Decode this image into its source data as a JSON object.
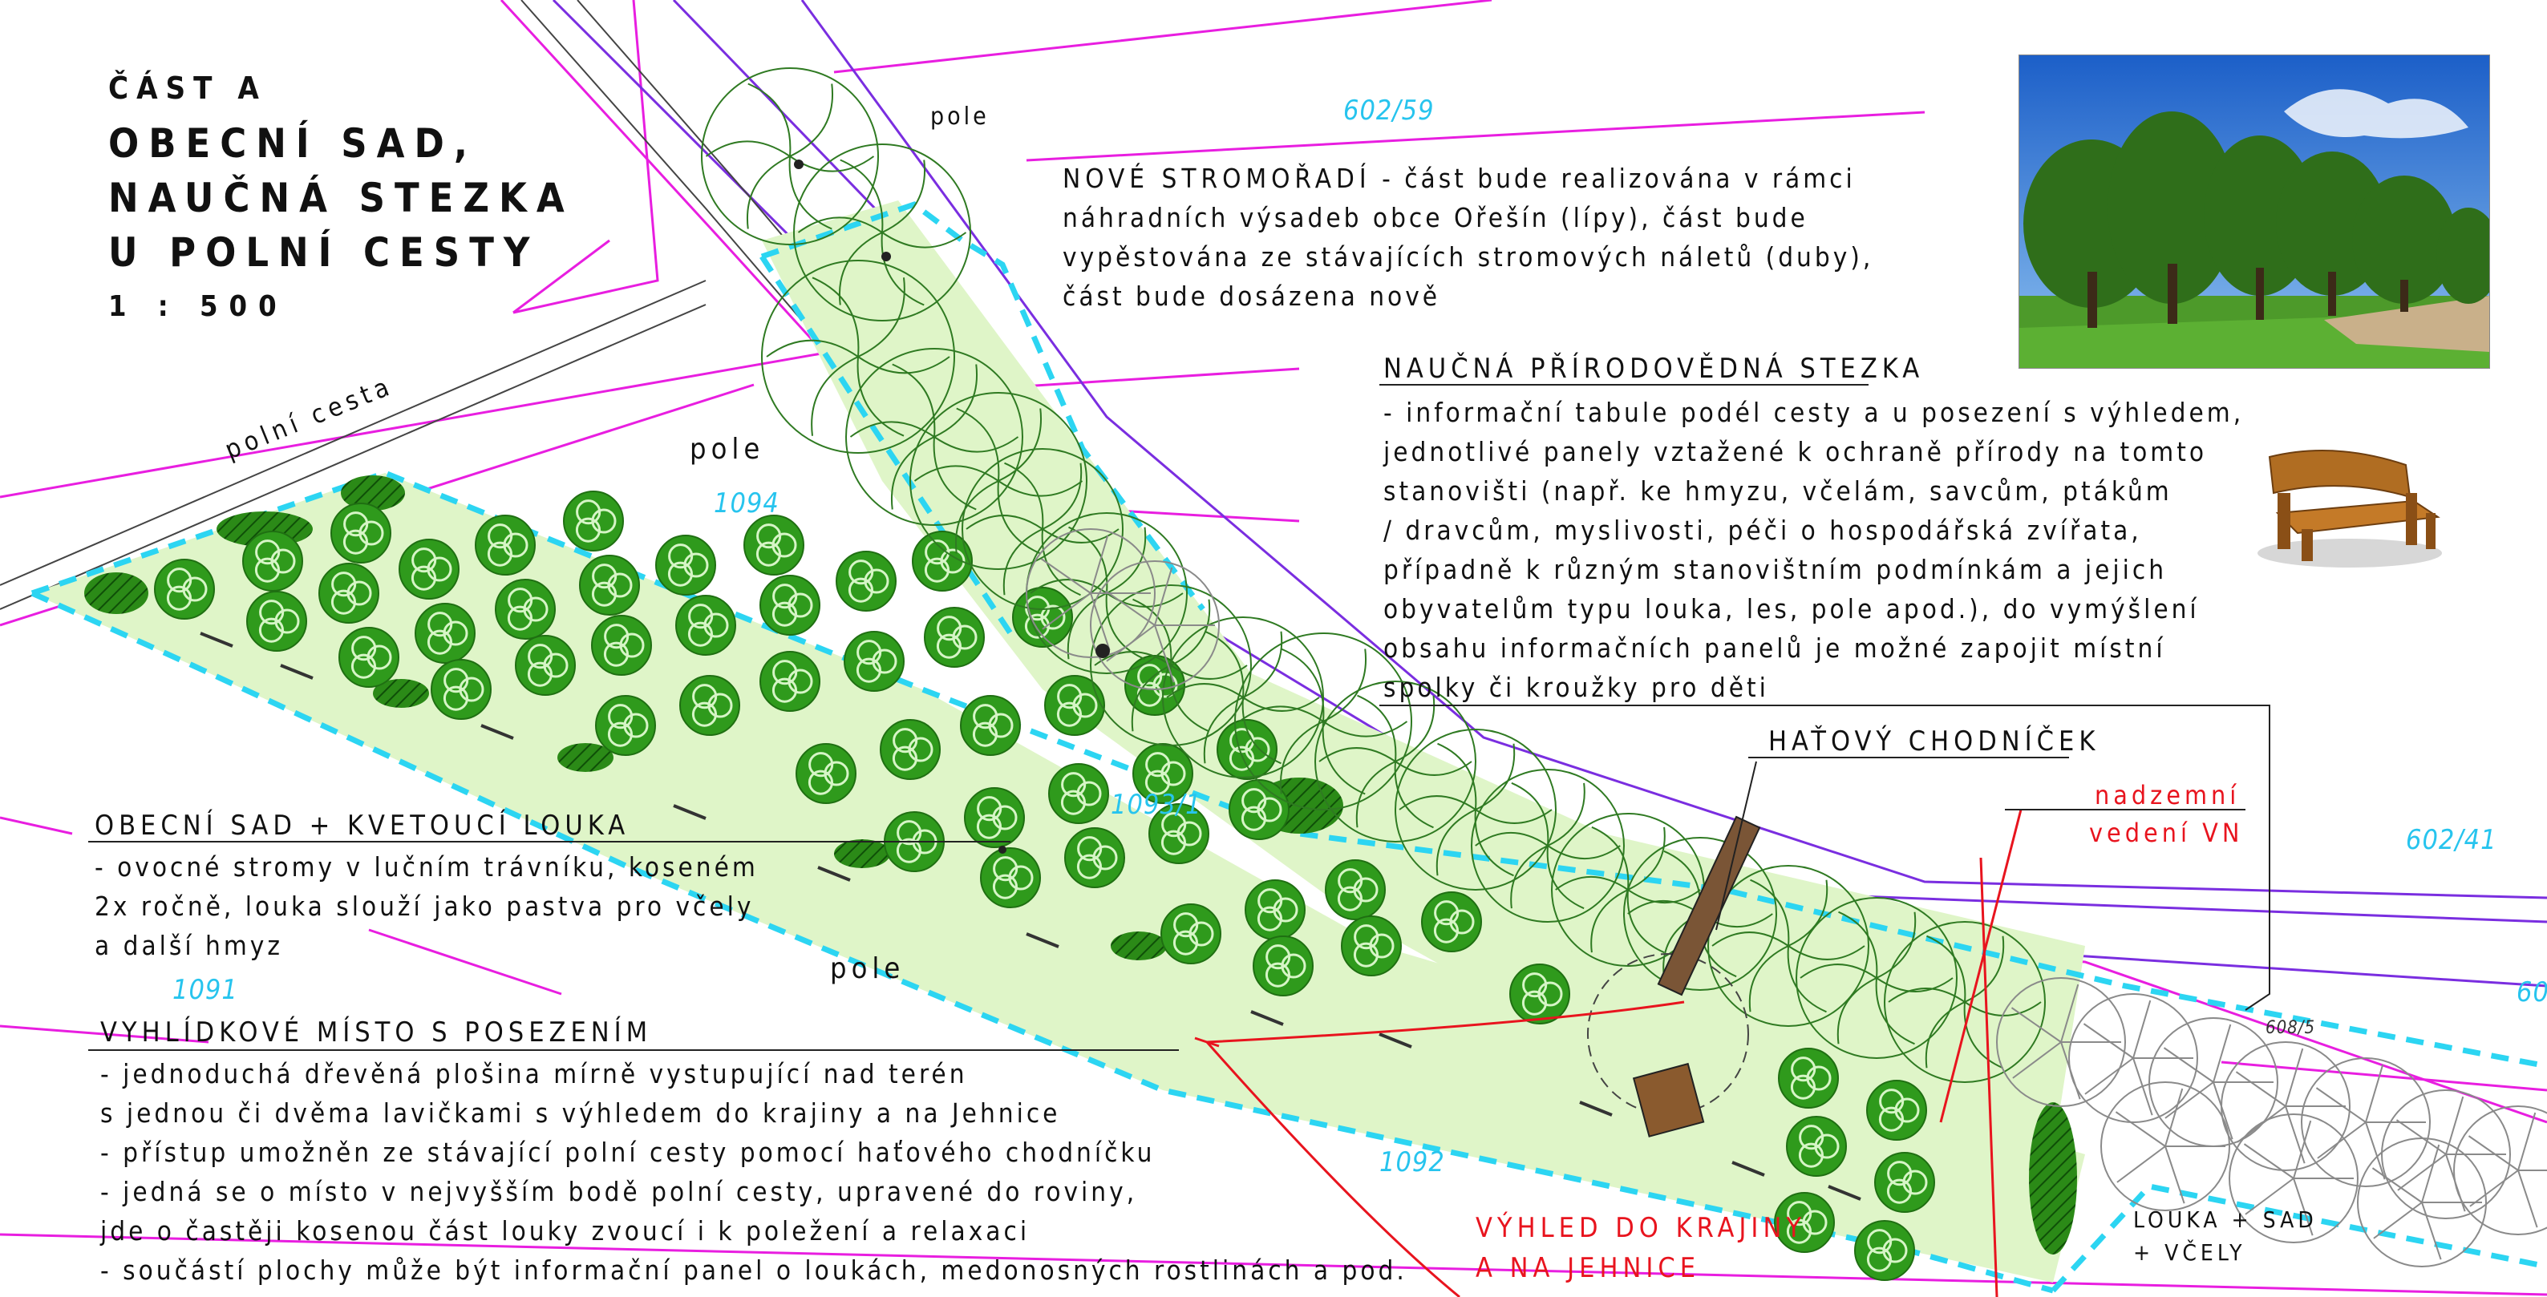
{
  "title": {
    "part": "ČÁST A",
    "lines": [
      "OBECNÍ SAD,",
      "NAUČNÁ STEZKA",
      "U POLNÍ CESTY"
    ],
    "scale": "1 : 500"
  },
  "labels": {
    "pole_top": "pole",
    "pole_mid": "pole",
    "pole_bottom": "pole",
    "polni_cesta": "polní cesta",
    "louka_sad": "LOUKA + SAD",
    "vcely": "+ VČELY"
  },
  "parcels": {
    "p602_59": "602/59",
    "p1094": "1094",
    "p1093_1": "1093/1",
    "p602_41": "602/41",
    "p1091": "1091",
    "p1092": "1092",
    "p608_5": "608/5",
    "p60": "60"
  },
  "stromoradi": {
    "heading": "NOVÉ STROMOŘADÍ",
    "lines": [
      " - část bude realizována v rámci",
      "náhradních výsadeb obce Ořešín (lípy), část bude",
      "vypěstována ze stávajících stromových náletů (duby),",
      "část bude dosázena nově"
    ]
  },
  "stezka": {
    "heading": "NAUČNÁ PŘÍRODOVĚDNÁ STEZKA",
    "lines": [
      "- informační tabule podél cesty a u posezení s výhledem,",
      "jednotlivé panely vztažené k ochraně přírody na tomto",
      "stanovišti (např. ke hmyzu, včelám, savcům, ptákům",
      "/ dravcům, myslivosti, péči o hospodářská zvířata,",
      "případně k různým stanovištním podmínkám a jejich",
      "obyvatelům typu louka, les, pole apod.), do vymýšlení",
      "obsahu informačních panelů je možné zapojit místní",
      "spolky či kroužky pro děti"
    ]
  },
  "chodnicek": {
    "heading": "HAŤOVÝ CHODNÍČEK"
  },
  "vedeni": {
    "line1": "nadzemní",
    "line2": "vedení VN",
    "color": "#e8141e"
  },
  "sad": {
    "heading": "OBECNÍ SAD + KVETOUCÍ LOUKA",
    "lines": [
      "- ovocné stromy v lučním trávníku, koseném",
      "2x ročně, louka slouží jako pastva pro včely",
      "a další hmyz"
    ]
  },
  "vyhlidka": {
    "heading": "VYHLÍDKOVÉ MÍSTO S POSEZENÍM",
    "lines": [
      "- jednoduchá dřevěná plošina mírně vystupující nad terén",
      "s jednou či dvěma lavičkami s výhledem do krajiny a na Jehnice",
      "- přístup umožněn ze stávající polní cesty pomocí haťového chodníčku",
      "- jedná se o místo v nejvyšším bodě polní cesty, upravené do roviny,",
      "jde o častěji kosenou část louky zvoucí i k poležení a relaxaci",
      "- součástí plochy může být informační panel o loukách, medonosných rostlinách a pod."
    ]
  },
  "vyhled": {
    "line1": "VÝHLED DO KRAJINY",
    "line2": "A NA JEHNICE"
  },
  "colors": {
    "meadow": "#dff5c8",
    "tree": "#2f9a1c",
    "tree_dark": "#1f6f12",
    "boundary": "#2cd5f2",
    "parcel_line": "#e81ee0",
    "road_line": "#7a2ee0",
    "text_blue": "#27c4ee"
  },
  "icons": {
    "photo": "tree-row-photo",
    "bench": "wooden-bench-icon"
  }
}
